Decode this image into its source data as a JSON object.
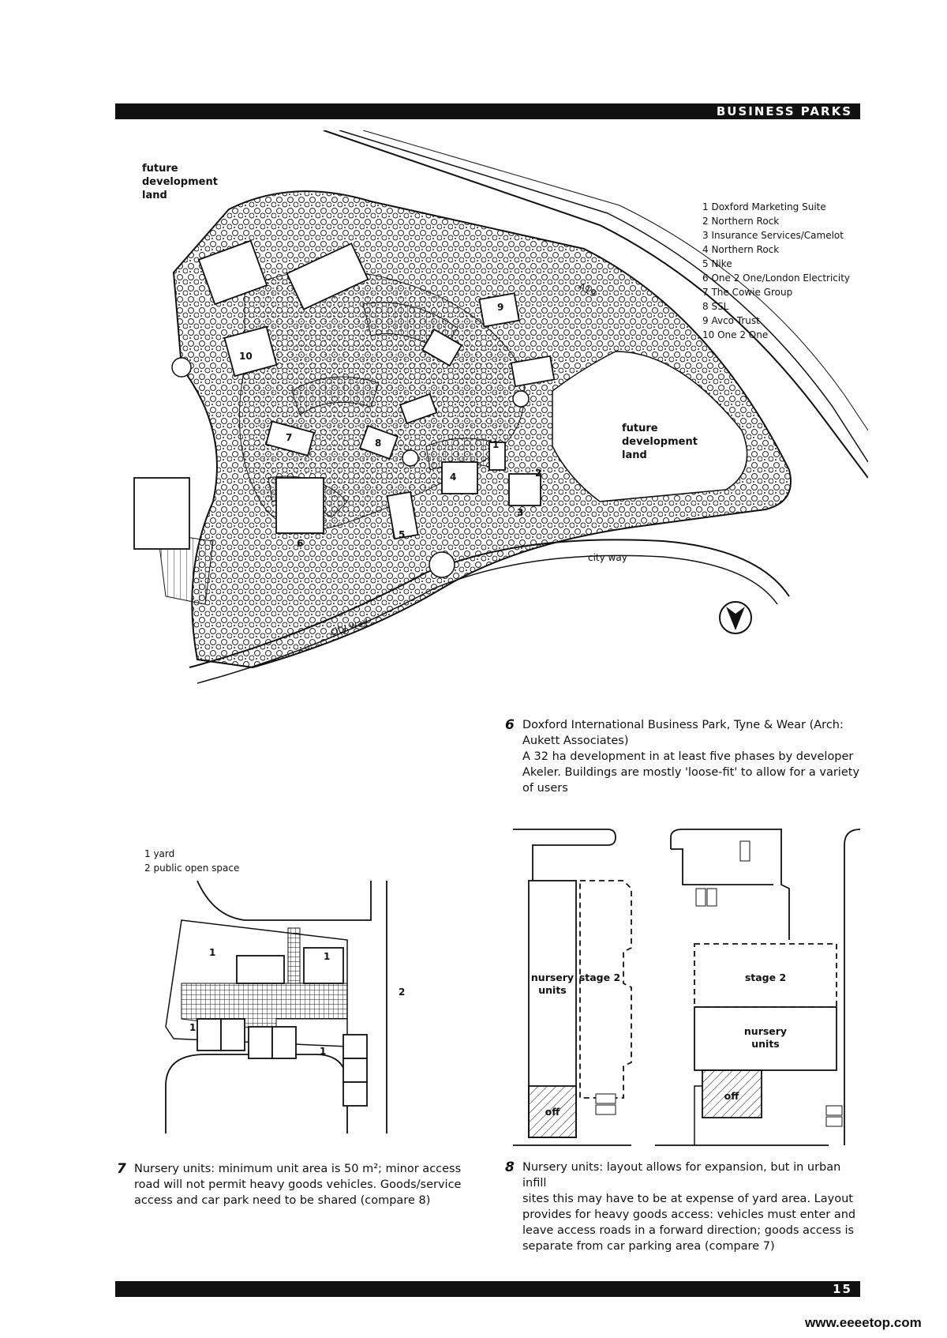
{
  "header": {
    "section_title": "BUSINESS PARKS"
  },
  "footer": {
    "page_number": "15",
    "watermark": "www.eeeetop.com"
  },
  "fig6": {
    "map_labels": {
      "future_land_1": [
        "future",
        "development",
        "land"
      ],
      "future_land_2": [
        "future",
        "development",
        "land"
      ],
      "road_a19": "A19",
      "city_way_1": "city way",
      "city_way_2": "city way"
    },
    "building_numbers": [
      "1",
      "2",
      "3",
      "4",
      "5",
      "6",
      "7",
      "8",
      "9",
      "10"
    ],
    "legend": [
      "1 Doxford Marketing Suite",
      "2 Northern Rock",
      "3 Insurance Services/Camelot",
      "4 Northern Rock",
      "5 Nike",
      "6 One 2 One/London Electricity",
      "7 The Cowie Group",
      "8 SSL",
      "9 Avco Trust",
      "10 One 2 One"
    ],
    "caption_num": "6",
    "caption_lines": [
      "Doxford International Business Park, Tyne & Wear (Arch:",
      "Aukett Associates)",
      "A 32 ha development in at least five phases by developer",
      "Akeler. Buildings are mostly 'loose-fit' to allow for a variety",
      "of users"
    ]
  },
  "fig7": {
    "legend": [
      "1 yard",
      "2 public open space"
    ],
    "labels": {
      "yard": "1",
      "open_space": "2"
    },
    "caption_num": "7",
    "caption_lines": [
      "Nursery units: minimum unit area is 50 m²; minor access",
      "road will not permit heavy goods vehicles. Goods/service",
      "access and car park need to be shared (compare 8)"
    ]
  },
  "fig8": {
    "labels": {
      "nursery_units_1": [
        "nursery",
        "units"
      ],
      "stage2_1": "stage 2",
      "stage2_2": "stage 2",
      "nursery_units_2": [
        "nursery",
        "units"
      ],
      "off_1": "off",
      "off_2": "off"
    },
    "caption_num": "8",
    "caption_lines": [
      "Nursery units: layout allows for expansion, but in urban infill",
      "sites this may have to be at expense of yard area. Layout",
      "provides for heavy goods access: vehicles must enter and",
      "leave access roads in a forward direction; goods access is",
      "separate from car parking area (compare 7)"
    ]
  }
}
